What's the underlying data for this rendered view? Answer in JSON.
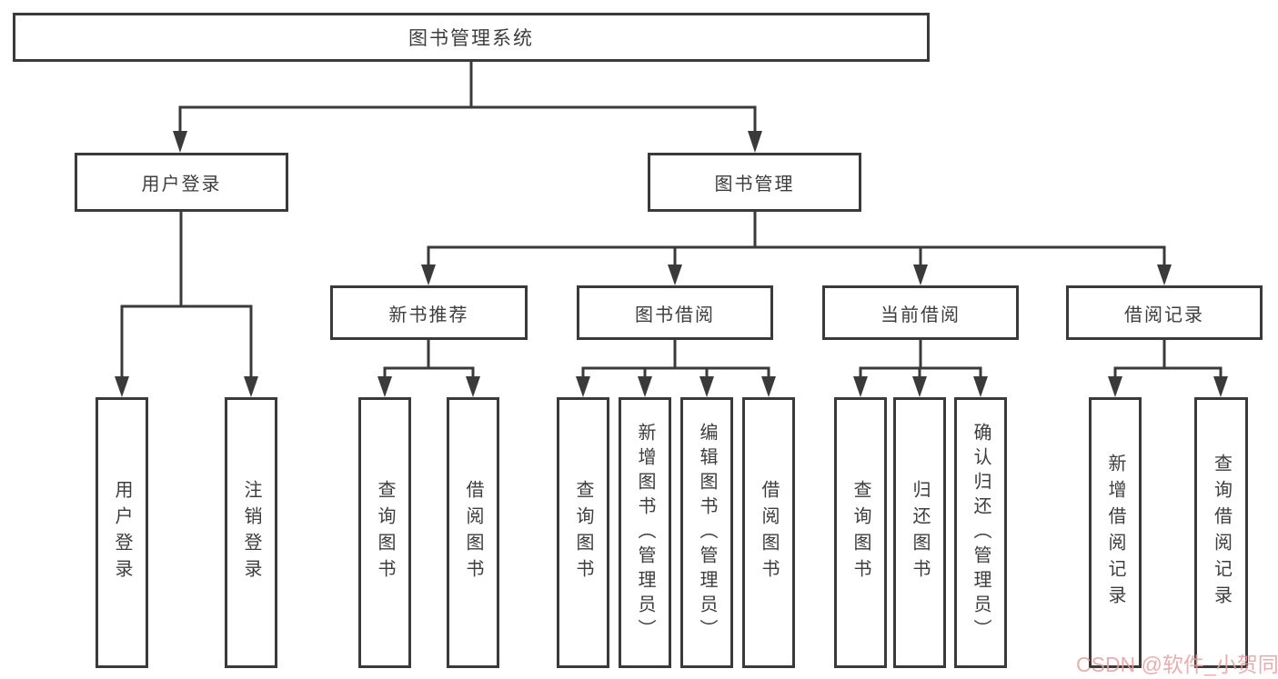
{
  "tree": {
    "root": {
      "label": "图书管理系统",
      "children": [
        {
          "label": "用户登录",
          "children": [
            {
              "label": "用户登录"
            },
            {
              "label": "注销登录"
            }
          ]
        },
        {
          "label": "图书管理",
          "children": [
            {
              "label": "新书推荐",
              "children": [
                {
                  "label": "查询图书"
                },
                {
                  "label": "借阅图书"
                }
              ]
            },
            {
              "label": "图书借阅",
              "children": [
                {
                  "label": "查询图书"
                },
                {
                  "label": "新增图书（管理员）"
                },
                {
                  "label": "编辑图书（管理员）"
                },
                {
                  "label": "借阅图书"
                }
              ]
            },
            {
              "label": "当前借阅",
              "children": [
                {
                  "label": "查询图书"
                },
                {
                  "label": "归还图书"
                },
                {
                  "label": "确认归还（管理员）"
                }
              ]
            },
            {
              "label": "借阅记录",
              "children": [
                {
                  "label": "新增借阅记录"
                },
                {
                  "label": "查询借阅记录"
                }
              ]
            }
          ]
        }
      ]
    }
  },
  "watermark": {
    "text": "CSDN @软件_小贺同学",
    "color": "#e89e9e"
  },
  "colors": {
    "line": "#3a3a3a",
    "box_border": "#3a3a3a",
    "text": "#3d3d3d",
    "background": "#ffffff"
  }
}
